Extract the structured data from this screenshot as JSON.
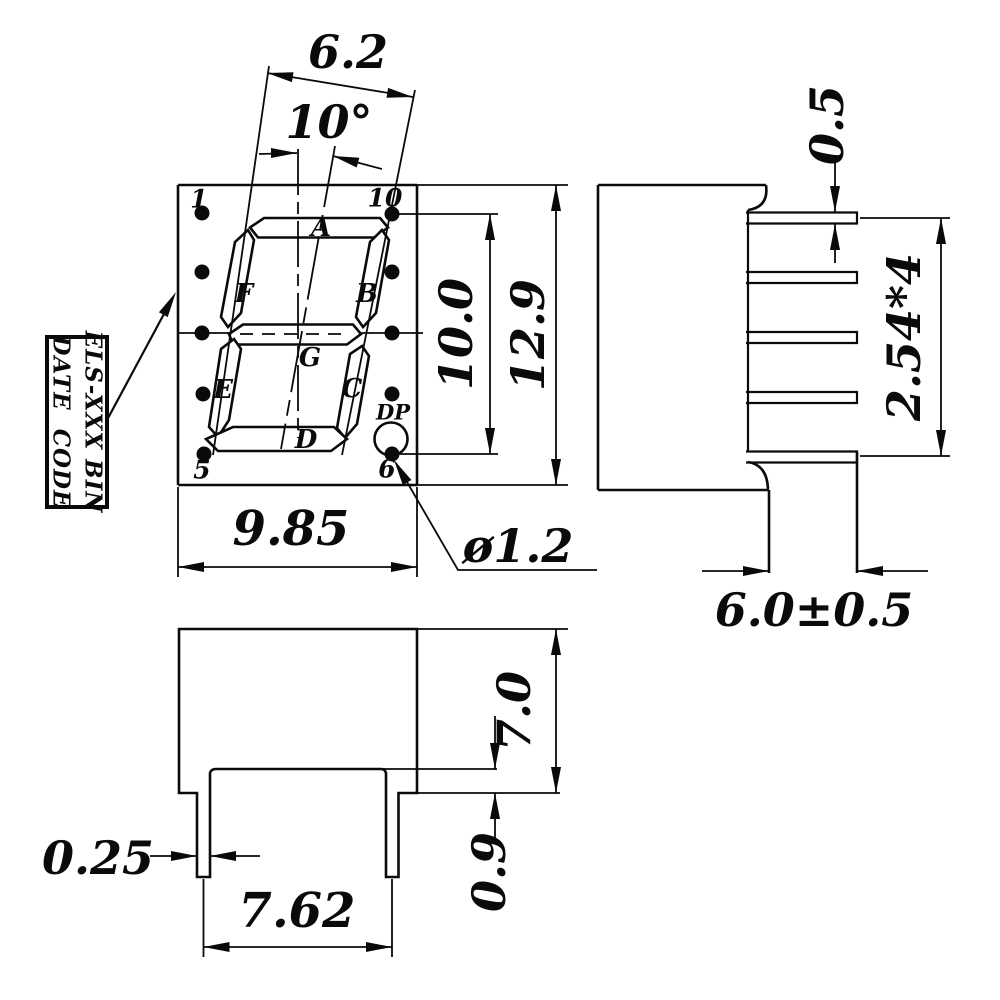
{
  "part_label": {
    "line1": "ELS-XXX BIN",
    "line2": "DATE  CODE"
  },
  "front_view": {
    "pin_1": "1",
    "pin_10": "10",
    "pin_5": "5",
    "pin_6": "6",
    "seg_a": "A",
    "seg_b": "B",
    "seg_c": "C",
    "seg_d": "D",
    "seg_e": "E",
    "seg_f": "F",
    "seg_g": "G",
    "seg_dp": "DP",
    "dim_digit_width": "6.2",
    "dim_slant_angle": "10°",
    "dim_digit_height": "10.0",
    "dim_face_height": "12.9",
    "dim_face_width": "9.85",
    "dim_dp_diameter": "ø1.2"
  },
  "side_view": {
    "dim_pin_thickness": "0.5",
    "dim_pin_pitch": "2.54*4",
    "dim_tab_width": "6.0±0.5"
  },
  "bottom_view": {
    "dim_depth": "7.0",
    "dim_standoff": "0.9",
    "dim_lead_thickness": "0.25",
    "dim_lead_spacing": "7.62"
  },
  "colors": {
    "ink": "#0a0a0a",
    "paper": "#ffffff"
  }
}
